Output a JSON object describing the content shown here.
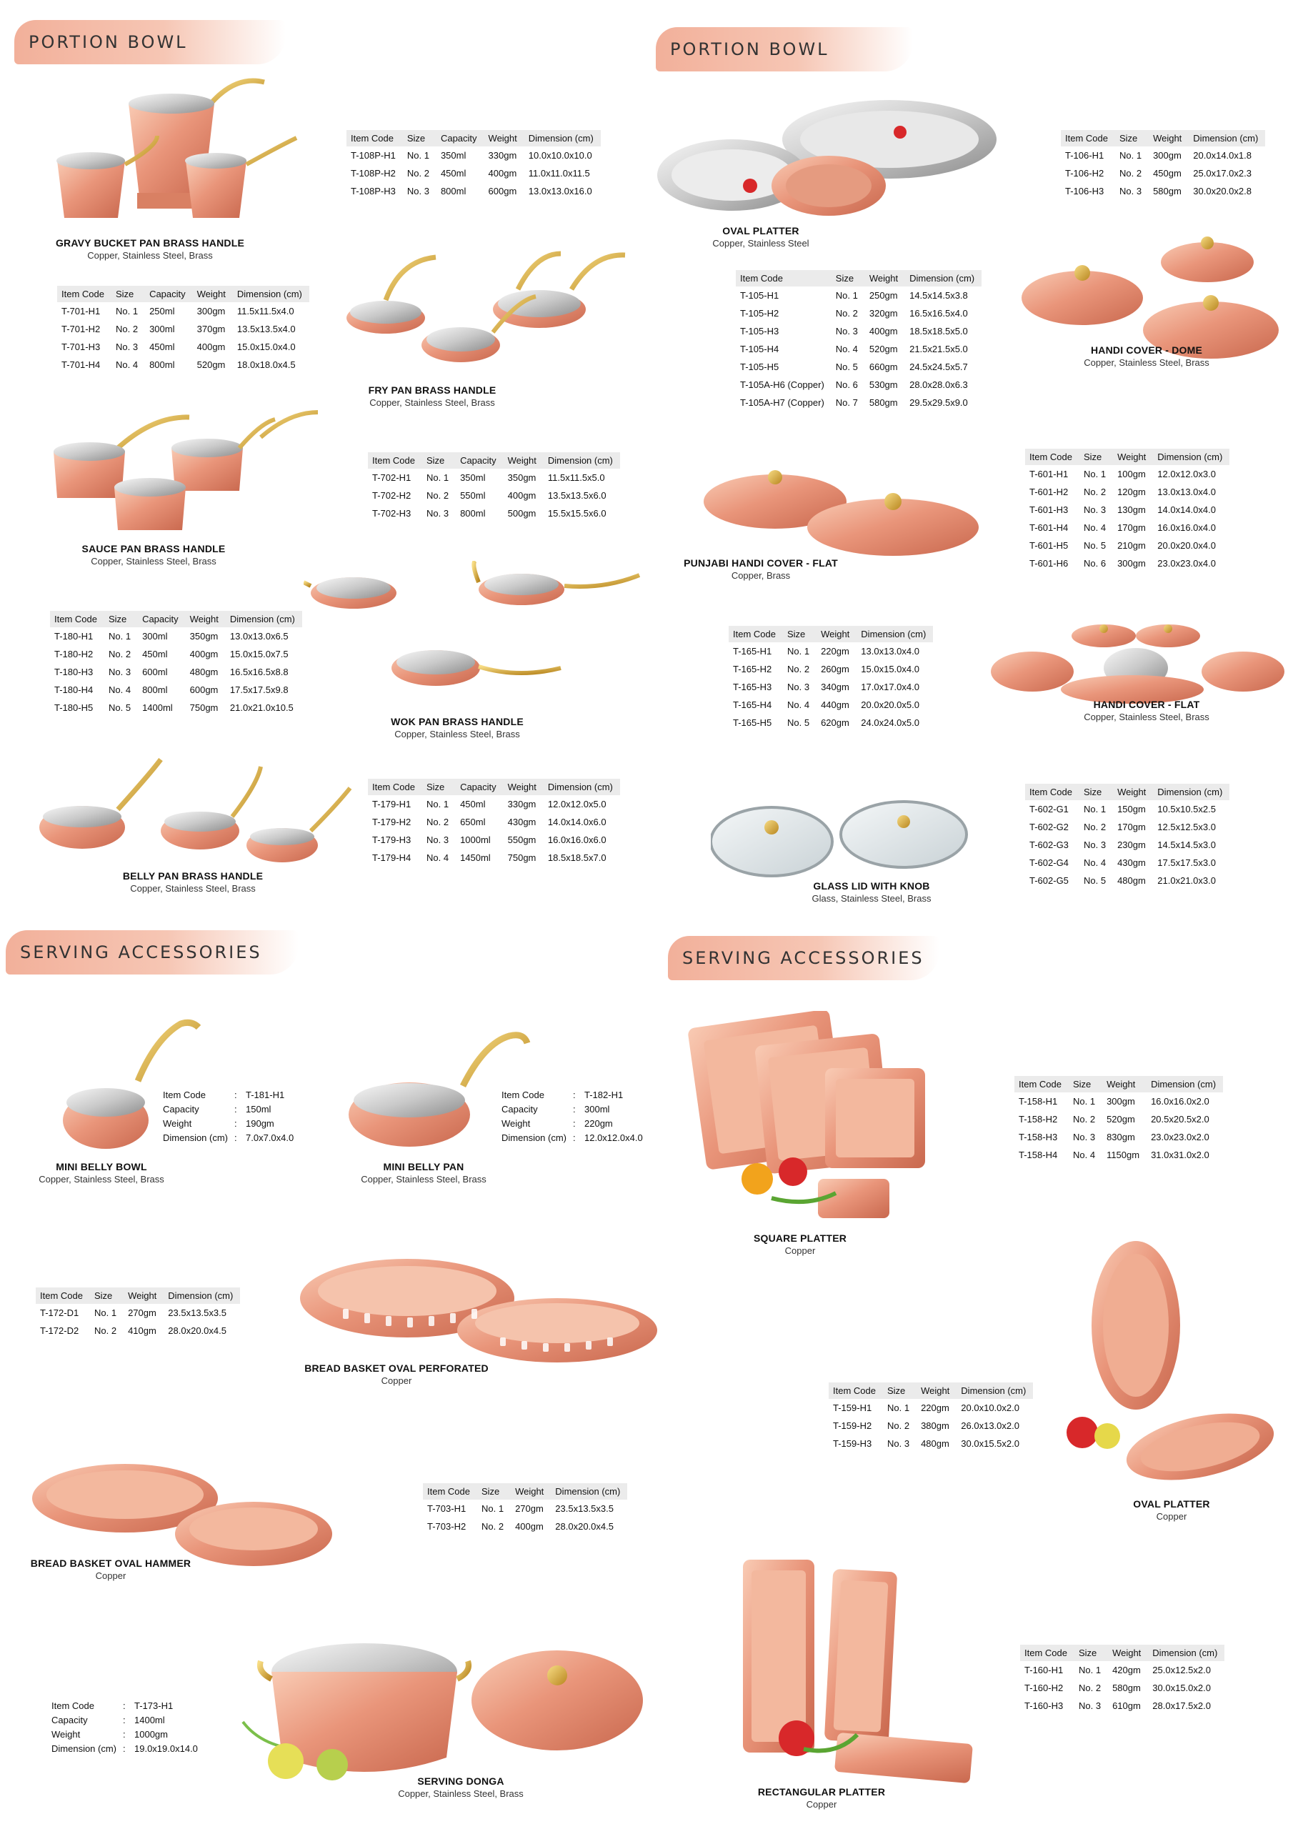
{
  "sections": {
    "portion_left": "PORTION BOWL",
    "portion_right": "PORTION BOWL",
    "serving_left": "SERVING ACCESSORIES",
    "serving_right": "SERVING ACCESSORIES"
  },
  "cols5": [
    "Item Code",
    "Size",
    "Capacity",
    "Weight",
    "Dimension (cm)"
  ],
  "cols4": [
    "Item Code",
    "Size",
    "Weight",
    "Dimension (cm)"
  ],
  "kv_labels": [
    "Item Code",
    "Capacity",
    "Weight",
    "Dimension (cm)"
  ],
  "products": {
    "gravy": {
      "name": "GRAVY BUCKET PAN BRASS HANDLE",
      "material": "Copper, Stainless Steel, Brass",
      "rows": [
        [
          "T-108P-H1",
          "No. 1",
          "350ml",
          "330gm",
          "10.0x10.0x10.0"
        ],
        [
          "T-108P-H2",
          "No. 2",
          "450ml",
          "400gm",
          "11.0x11.0x11.5"
        ],
        [
          "T-108P-H3",
          "No. 3",
          "800ml",
          "600gm",
          "13.0x13.0x16.0"
        ]
      ]
    },
    "frypan": {
      "name": "FRY PAN BRASS HANDLE",
      "material": "Copper, Stainless Steel, Brass",
      "rows": [
        [
          "T-701-H1",
          "No. 1",
          "250ml",
          "300gm",
          "11.5x11.5x4.0"
        ],
        [
          "T-701-H2",
          "No. 2",
          "300ml",
          "370gm",
          "13.5x13.5x4.0"
        ],
        [
          "T-701-H3",
          "No. 3",
          "450ml",
          "400gm",
          "15.0x15.0x4.0"
        ],
        [
          "T-701-H4",
          "No. 4",
          "800ml",
          "520gm",
          "18.0x18.0x4.5"
        ]
      ]
    },
    "saucepan": {
      "name": "SAUCE PAN BRASS HANDLE",
      "material": "Copper, Stainless Steel, Brass",
      "rows": [
        [
          "T-702-H1",
          "No. 1",
          "350ml",
          "350gm",
          "11.5x11.5x5.0"
        ],
        [
          "T-702-H2",
          "No. 2",
          "550ml",
          "400gm",
          "13.5x13.5x6.0"
        ],
        [
          "T-702-H3",
          "No. 3",
          "800ml",
          "500gm",
          "15.5x15.5x6.0"
        ]
      ]
    },
    "wokpan": {
      "name": "WOK PAN BRASS HANDLE",
      "material": "Copper, Stainless Steel, Brass",
      "rows": [
        [
          "T-180-H1",
          "No. 1",
          "300ml",
          "350gm",
          "13.0x13.0x6.5"
        ],
        [
          "T-180-H2",
          "No. 2",
          "450ml",
          "400gm",
          "15.0x15.0x7.5"
        ],
        [
          "T-180-H3",
          "No. 3",
          "600ml",
          "480gm",
          "16.5x16.5x8.8"
        ],
        [
          "T-180-H4",
          "No. 4",
          "800ml",
          "600gm",
          "17.5x17.5x9.8"
        ],
        [
          "T-180-H5",
          "No. 5",
          "1400ml",
          "750gm",
          "21.0x21.0x10.5"
        ]
      ]
    },
    "bellypan": {
      "name": "BELLY PAN BRASS HANDLE",
      "material": "Copper, Stainless Steel, Brass",
      "rows": [
        [
          "T-179-H1",
          "No. 1",
          "450ml",
          "330gm",
          "12.0x12.0x5.0"
        ],
        [
          "T-179-H2",
          "No. 2",
          "650ml",
          "430gm",
          "14.0x14.0x6.0"
        ],
        [
          "T-179-H3",
          "No. 3",
          "1000ml",
          "550gm",
          "16.0x16.0x6.0"
        ],
        [
          "T-179-H4",
          "No. 4",
          "1450ml",
          "750gm",
          "18.5x18.5x7.0"
        ]
      ]
    },
    "ovalplatter1": {
      "name": "OVAL PLATTER",
      "material": "Copper, Stainless Steel",
      "rows": [
        [
          "T-106-H1",
          "No. 1",
          "300gm",
          "20.0x14.0x1.8"
        ],
        [
          "T-106-H2",
          "No. 2",
          "450gm",
          "25.0x17.0x2.3"
        ],
        [
          "T-106-H3",
          "No. 3",
          "580gm",
          "30.0x20.0x2.8"
        ]
      ]
    },
    "handidome": {
      "name": "HANDI COVER - DOME",
      "material": "Copper, Stainless Steel, Brass",
      "rows": [
        [
          "T-105-H1",
          "No. 1",
          "250gm",
          "14.5x14.5x3.8"
        ],
        [
          "T-105-H2",
          "No. 2",
          "320gm",
          "16.5x16.5x4.0"
        ],
        [
          "T-105-H3",
          "No. 3",
          "400gm",
          "18.5x18.5x5.0"
        ],
        [
          "T-105-H4",
          "No. 4",
          "520gm",
          "21.5x21.5x5.0"
        ],
        [
          "T-105-H5",
          "No. 5",
          "660gm",
          "24.5x24.5x5.7"
        ],
        [
          "T-105A-H6 (Copper)",
          "No. 6",
          "530gm",
          "28.0x28.0x6.3"
        ],
        [
          "T-105A-H7 (Copper)",
          "No. 7",
          "580gm",
          "29.5x29.5x9.0"
        ]
      ]
    },
    "punjabi": {
      "name": "PUNJABI HANDI COVER - FLAT",
      "material": "Copper, Brass",
      "rows": [
        [
          "T-601-H1",
          "No. 1",
          "100gm",
          "12.0x12.0x3.0"
        ],
        [
          "T-601-H2",
          "No. 2",
          "120gm",
          "13.0x13.0x4.0"
        ],
        [
          "T-601-H3",
          "No. 3",
          "130gm",
          "14.0x14.0x4.0"
        ],
        [
          "T-601-H4",
          "No. 4",
          "170gm",
          "16.0x16.0x4.0"
        ],
        [
          "T-601-H5",
          "No. 5",
          "210gm",
          "20.0x20.0x4.0"
        ],
        [
          "T-601-H6",
          "No. 6",
          "300gm",
          "23.0x23.0x4.0"
        ]
      ]
    },
    "handiflat": {
      "name": "HANDI COVER - FLAT",
      "material": "Copper, Stainless Steel, Brass",
      "rows": [
        [
          "T-165-H1",
          "No. 1",
          "220gm",
          "13.0x13.0x4.0"
        ],
        [
          "T-165-H2",
          "No. 2",
          "260gm",
          "15.0x15.0x4.0"
        ],
        [
          "T-165-H3",
          "No. 3",
          "340gm",
          "17.0x17.0x4.0"
        ],
        [
          "T-165-H4",
          "No. 4",
          "440gm",
          "20.0x20.0x5.0"
        ],
        [
          "T-165-H5",
          "No. 5",
          "620gm",
          "24.0x24.0x5.0"
        ]
      ]
    },
    "glasslid": {
      "name": "GLASS LID WITH KNOB",
      "material": "Glass, Stainless Steel, Brass",
      "rows": [
        [
          "T-602-G1",
          "No. 1",
          "150gm",
          "10.5x10.5x2.5"
        ],
        [
          "T-602-G2",
          "No. 2",
          "170gm",
          "12.5x12.5x3.0"
        ],
        [
          "T-602-G3",
          "No. 3",
          "230gm",
          "14.5x14.5x3.0"
        ],
        [
          "T-602-G4",
          "No. 4",
          "430gm",
          "17.5x17.5x3.0"
        ],
        [
          "T-602-G5",
          "No. 5",
          "480gm",
          "21.0x21.0x3.0"
        ]
      ]
    },
    "minibowl": {
      "name": "MINI BELLY BOWL",
      "material": "Copper, Stainless Steel, Brass",
      "kv": [
        "T-181-H1",
        "150ml",
        "190gm",
        "7.0x7.0x4.0"
      ]
    },
    "minipan": {
      "name": "MINI BELLY PAN",
      "material": "Copper, Stainless Steel, Brass",
      "kv": [
        "T-182-H1",
        "300ml",
        "220gm",
        "12.0x12.0x4.0"
      ]
    },
    "squareplatter": {
      "name": "SQUARE PLATTER",
      "material": "Copper",
      "rows": [
        [
          "T-158-H1",
          "No. 1",
          "300gm",
          "16.0x16.0x2.0"
        ],
        [
          "T-158-H2",
          "No. 2",
          "520gm",
          "20.5x20.5x2.0"
        ],
        [
          "T-158-H3",
          "No. 3",
          "830gm",
          "23.0x23.0x2.0"
        ],
        [
          "T-158-H4",
          "No. 4",
          "1150gm",
          "31.0x31.0x2.0"
        ]
      ]
    },
    "breadperf": {
      "name": "BREAD BASKET OVAL PERFORATED",
      "material": "Copper",
      "rows": [
        [
          "T-172-D1",
          "No. 1",
          "270gm",
          "23.5x13.5x3.5"
        ],
        [
          "T-172-D2",
          "No. 2",
          "410gm",
          "28.0x20.0x4.5"
        ]
      ]
    },
    "ovalplatter2": {
      "name": "OVAL PLATTER",
      "material": "Copper",
      "rows": [
        [
          "T-159-H1",
          "No. 1",
          "220gm",
          "20.0x10.0x2.0"
        ],
        [
          "T-159-H2",
          "No. 2",
          "380gm",
          "26.0x13.0x2.0"
        ],
        [
          "T-159-H3",
          "No. 3",
          "480gm",
          "30.0x15.5x2.0"
        ]
      ]
    },
    "breadhammer": {
      "name": "BREAD BASKET OVAL HAMMER",
      "material": "Copper",
      "rows": [
        [
          "T-703-H1",
          "No. 1",
          "270gm",
          "23.5x13.5x3.5"
        ],
        [
          "T-703-H2",
          "No. 2",
          "400gm",
          "28.0x20.0x4.5"
        ]
      ]
    },
    "donga": {
      "name": "SERVING DONGA",
      "material": "Copper, Stainless Steel, Brass",
      "kv": [
        "T-173-H1",
        "1400ml",
        "1000gm",
        "19.0x19.0x14.0"
      ]
    },
    "rectplatter": {
      "name": "RECTANGULAR PLATTER",
      "material": "Copper",
      "rows": [
        [
          "T-160-H1",
          "No. 1",
          "420gm",
          "25.0x12.5x2.0"
        ],
        [
          "T-160-H2",
          "No. 2",
          "580gm",
          "30.0x15.0x2.0"
        ],
        [
          "T-160-H3",
          "No. 3",
          "610gm",
          "28.0x17.5x2.0"
        ]
      ]
    }
  }
}
